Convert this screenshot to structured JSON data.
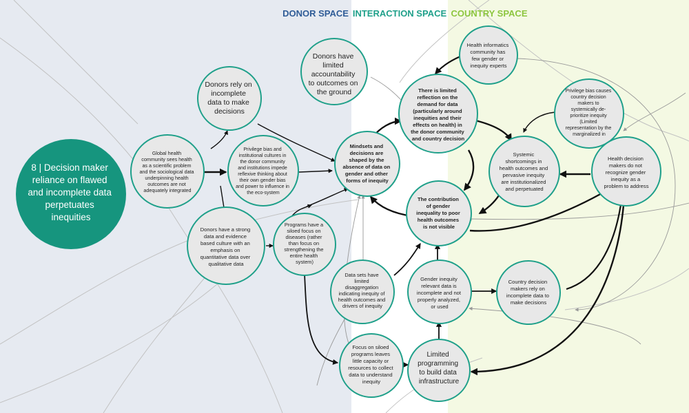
{
  "colors": {
    "donor_bg": "#E6EAF1",
    "interaction_bg": "#FFFFFF",
    "country_bg": "#F4F9E3",
    "donor_header": "#2F5C97",
    "interaction_header": "#1FA08A",
    "country_header": "#8DC63F",
    "node_fill": "#E8E8E8",
    "node_stroke": "#1FA08A",
    "hero_fill": "#16957E",
    "arrow": "#111111",
    "thin_arrow": "#999999",
    "guide_line": "#C2C2C2"
  },
  "headers": {
    "donor": "DONOR SPACE",
    "interaction": "INTERACTION SPACE",
    "country": "COUNTRY SPACE"
  },
  "hero": {
    "lines": [
      "8 | Decision maker",
      "reliance on flawed",
      "and incomplete data",
      "perpetuates",
      "inequities"
    ]
  },
  "nodes": {
    "donors_accountability": {
      "lines": [
        "Donors have",
        "limited",
        "accountability",
        "to outcomes on",
        "the ground"
      ]
    },
    "donors_rely": {
      "lines": [
        "Donors rely on",
        "incomplete",
        "data to make",
        "decisions"
      ]
    },
    "global_health": {
      "lines": [
        "Global health",
        "community sees health",
        "as a scientific problem",
        "and the sociological data",
        "underpinning health",
        "outcomes are not",
        "adequately integrated"
      ]
    },
    "privilege_donor": {
      "lines": [
        "Privilege bias and",
        "institutional cultures in",
        "the donor community",
        "and institutions impede",
        "reflexive thinking about",
        "their own gender bias",
        "and power to influence in",
        "the eco-system"
      ]
    },
    "mindsets": {
      "lines": [
        "Mindsets and",
        "decisions are",
        "shaped by the",
        "absence of data on",
        "gender and other",
        "forms of inequity"
      ]
    },
    "limited_reflection": {
      "lines": [
        "There is limited",
        "reflection on the",
        "demand for data",
        "(particularly around",
        "inequities and their",
        "effects on health) in",
        "the donor community",
        "and country decision"
      ]
    },
    "health_informatics": {
      "lines": [
        "Health informatics",
        "community has",
        "few gender or",
        "inequity experts"
      ]
    },
    "privilege_country": {
      "lines": [
        "Privilege bias causes",
        "country decision",
        "makers to",
        "systemically de-",
        "prioritize inequity",
        "(Limited",
        "representation by the",
        "marginalized in"
      ]
    },
    "systemic": {
      "lines": [
        "Systemic",
        "shortcomings in",
        "health outcomes and",
        "pervasive inequity",
        "are institutionalized",
        "and perpetuated"
      ]
    },
    "health_decision": {
      "lines": [
        "Health decision",
        "makers do not",
        "recognize gender",
        "inequity as a",
        "problem to address"
      ]
    },
    "contribution": {
      "lines": [
        "The contribution",
        "of gender",
        "inequality to poor",
        "health outcomes",
        "is not visible"
      ]
    },
    "donors_strong": {
      "lines": [
        "Donors have a strong",
        "data and evidence",
        "based culture with an",
        "emphasis on",
        "quantitative data over",
        "qualitative data"
      ]
    },
    "programs_siloed": {
      "lines": [
        "Programs have a",
        "siloed focus on",
        "diseases (rather",
        "than focus on",
        "strengthening the",
        "entire health",
        "system)"
      ]
    },
    "data_sets": {
      "lines": [
        "Data sets have",
        "limited",
        "disaggregation",
        "indicating inequity of",
        "health outcomes and",
        "drivers of inequity"
      ]
    },
    "gender_data": {
      "lines": [
        "Gender inequity",
        "relevant data is",
        "incomplete and not",
        "properly analyzed,",
        "or used"
      ]
    },
    "country_rely": {
      "lines": [
        "Country decision",
        "makers rely on",
        "incomplete data to",
        "make decisions"
      ]
    },
    "focus_siloed": {
      "lines": [
        "Focus on siloed",
        "programs leaves",
        "little capacity or",
        "resources to collect",
        "data to understand",
        "inequity"
      ]
    },
    "limited_programming": {
      "lines": [
        "Limited",
        "programming",
        "to build data",
        "infrastructure"
      ]
    }
  }
}
